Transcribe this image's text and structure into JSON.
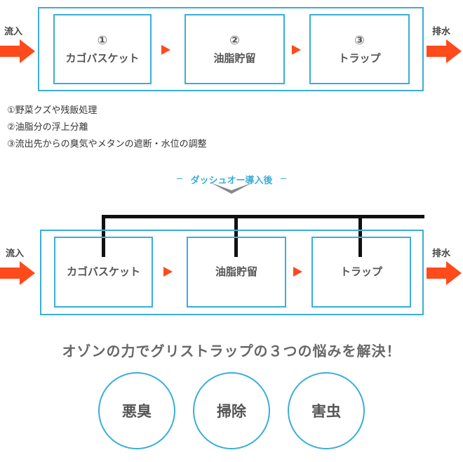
{
  "top": {
    "inflow_label": "流入",
    "outflow_label": "排水",
    "steps": [
      {
        "num": "①",
        "label": "カゴバスケット"
      },
      {
        "num": "②",
        "label": "油脂貯留"
      },
      {
        "num": "③",
        "label": "トラップ"
      }
    ]
  },
  "notes": [
    "①野菜クズや残飯処理",
    "②油脂分の浮上分離",
    "③流出先からの臭気やメタンの遮断・水位の調整"
  ],
  "banner": "ダッシュオー導入後",
  "bottom": {
    "inflow_label": "流入",
    "outflow_label": "排水",
    "steps": [
      {
        "label": "カゴバスケット"
      },
      {
        "label": "油脂貯留"
      },
      {
        "label": "トラップ"
      }
    ]
  },
  "headline": "オゾンの力でグリストラップの３つの悩みを解決！",
  "problems": [
    "悪臭",
    "掃除",
    "害虫"
  ],
  "colors": {
    "frame": "#3aaed8",
    "arrow": "#ff4a1c",
    "pipe": "#111111"
  },
  "icons": {
    "flow_arrow": "right-arrow-icon",
    "connector": "triangle-right-icon",
    "banner_chevron": "chevron-down-icon"
  }
}
